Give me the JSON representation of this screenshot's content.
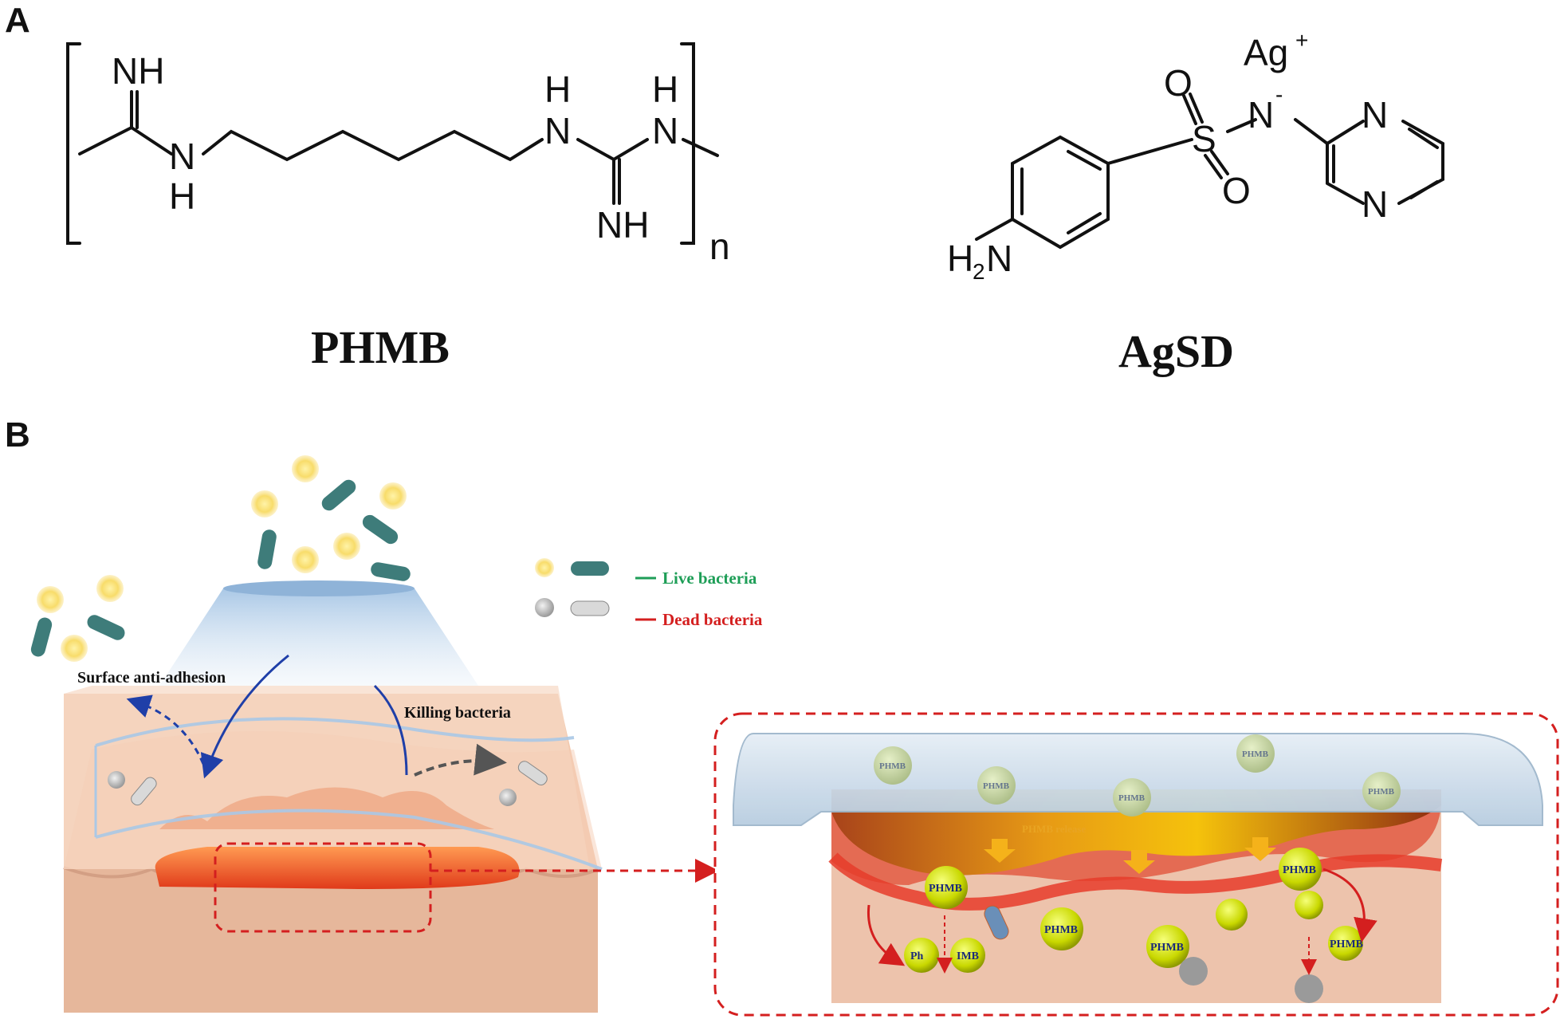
{
  "panels": {
    "a": "A",
    "b": "B"
  },
  "phmb": {
    "name": "PHMB",
    "atoms": {
      "imine_left": "NH",
      "nh_left_n": "N",
      "nh_left_h": "H",
      "nh_r1_h": "H",
      "nh_r1_n": "N",
      "nh_r2_h": "H",
      "nh_r2_n": "N",
      "imine_right": "NH"
    },
    "repeat": "n"
  },
  "agsd": {
    "name": "AgSD",
    "atoms": {
      "ag": "Ag",
      "ag_charge": "+",
      "n_minus": "N",
      "n_minus_charge": "-",
      "s": "S",
      "o_top": "O",
      "o_bottom": "O",
      "n_ring_top": "N",
      "n_ring_bottom": "N",
      "amine": "H",
      "amine_sub": "2",
      "amine_n": "N"
    }
  },
  "legend": {
    "live": "Live bacteria",
    "dead": "Dead bacteria",
    "colors": {
      "live": "#1e9e57",
      "dead": "#d41f1f"
    }
  },
  "labels": {
    "anti_adhesion": "Surface anti-adhesion",
    "killing": "Killing bacteria",
    "release": "PHMB release"
  },
  "balls": {
    "inner": [
      "PHMB",
      "PHMB",
      "PHMB",
      "PHMB",
      "Ph",
      "IMB",
      "PHMB"
    ],
    "faded": [
      "PHMB",
      "PHMB",
      "PHMB",
      "PHMB",
      "PHMB"
    ]
  }
}
